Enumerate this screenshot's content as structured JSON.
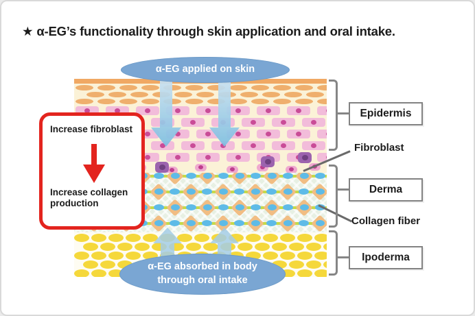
{
  "title": {
    "star": "★",
    "text": " α-EG’s functionality through skin application and oral intake."
  },
  "bubbles": {
    "top": "α-EG applied on skin",
    "bottom": "α-EG absorbed in body\nthrough oral intake"
  },
  "process": {
    "step1": "Increase fibroblast",
    "step2": "Increase collagen production"
  },
  "labels": {
    "epidermis": "Epidermis",
    "fibroblast": "Fibroblast",
    "derma": "Derma",
    "collagen_fiber": "Collagen fiber",
    "ipoderma": "Ipoderma"
  },
  "colors": {
    "bubble_blue": "#7AA6D3",
    "arrow_blue": "#8FC3E2",
    "highlight_red": "#E3241E",
    "stratum_corneum_orange": "#F0A863",
    "epidermis_cream": "#FBF2D7",
    "epidermis_cell_pink": "#F2BCDA",
    "cell_nucleus_magenta": "#C94C97",
    "fibroblast_purple": "#9C63AE",
    "derma_green_line": "#C6DA49",
    "fibroblast_body_orange": "#F1BD83",
    "fibroblast_nucleus_blue": "#5EBBE7",
    "fat_cell_yellow": "#F5D83B",
    "label_border_grey": "#858585"
  }
}
